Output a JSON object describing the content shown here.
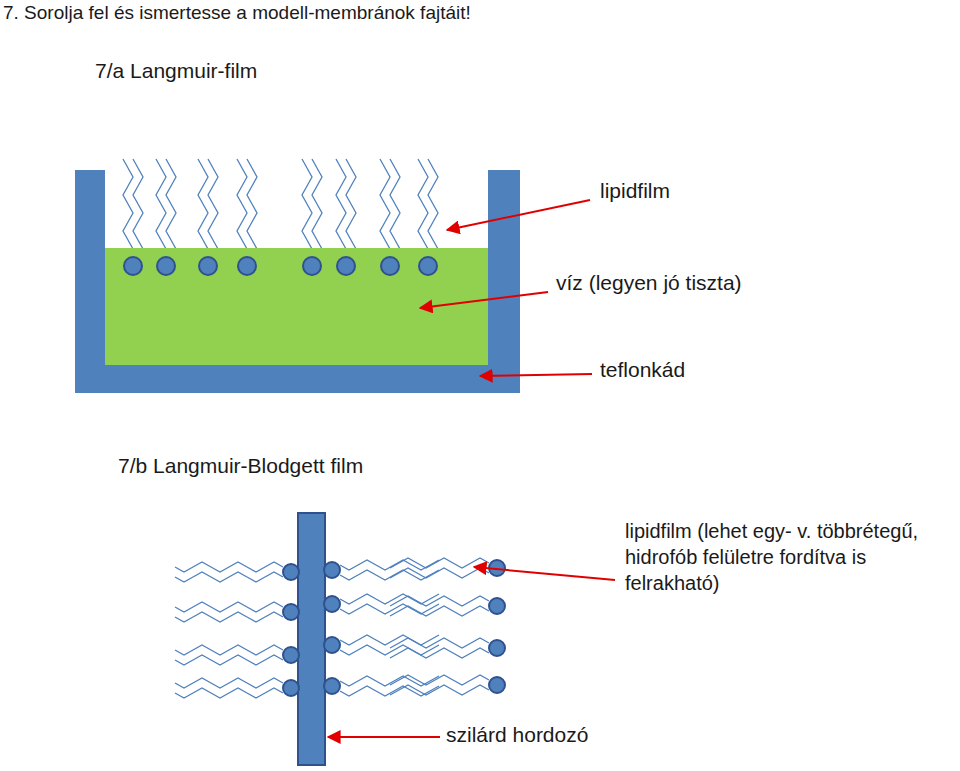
{
  "diagram": {
    "title": "7. Sorolja fel és ismertesse a modell-membránok fajtáit!",
    "labels": [
      "7/a Langmuir-film",
      "lipidfilm",
      "víz (legyen jó tiszta)",
      "teflonkád",
      "7/b Langmuir-Blodgett film",
      "lipidfilm (lehet egy- v. többrétegű, hidrofób felületre fordítva is felrakható)",
      "szilárd hordozó"
    ]
  }
}
